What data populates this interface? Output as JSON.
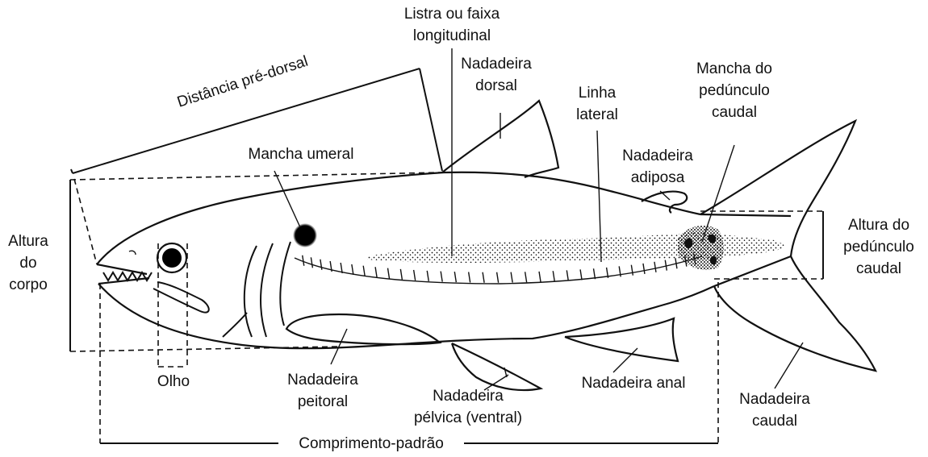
{
  "labels": {
    "listra_l1": "Listra ou faixa",
    "listra_l2": "longitudinal",
    "dorsal_l1": "Nadadeira",
    "dorsal_l2": "dorsal",
    "distancia": "Distância pré-dorsal",
    "linha_l1": "Linha",
    "linha_l2": "lateral",
    "mancha_ped_l1": "Mancha do",
    "mancha_ped_l2": "pedúnculo",
    "mancha_ped_l3": "caudal",
    "mancha_umeral": "Mancha umeral",
    "adiposa_l1": "Nadadeira",
    "adiposa_l2": "adiposa",
    "altura_corpo_l1": "Altura",
    "altura_corpo_l2": "do",
    "altura_corpo_l3": "corpo",
    "altura_ped_l1": "Altura do",
    "altura_ped_l2": "pedúnculo",
    "altura_ped_l3": "caudal",
    "olho": "Olho",
    "peitoral_l1": "Nadadeira",
    "peitoral_l2": "peitoral",
    "pelvica_l1": "Nadadeira",
    "pelvica_l2": "pélvica (ventral)",
    "anal": "Nadadeira anal",
    "caudal_l1": "Nadadeira",
    "caudal_l2": "caudal",
    "comprimento": "Comprimento-padrão"
  }
}
